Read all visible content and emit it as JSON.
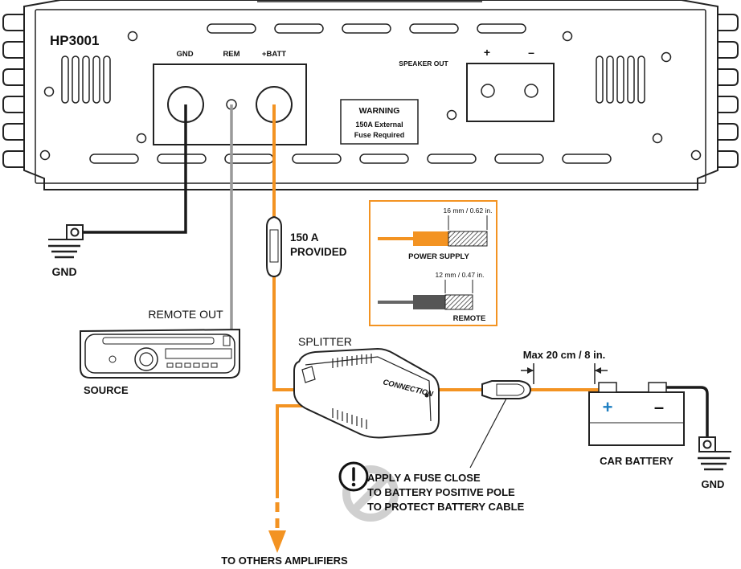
{
  "amplifier": {
    "model": "HP3001",
    "terminals": {
      "gnd": "GND",
      "rem": "REM",
      "batt": "+BATT"
    },
    "speaker_out": "SPEAKER OUT",
    "plus": "+",
    "minus": "–",
    "warning_title": "WARNING",
    "warning_line1": "150A External",
    "warning_line2": "Fuse Required"
  },
  "fuse_label_1": "150 A",
  "fuse_label_2": "PROVIDED",
  "ground_label": "GND",
  "remote_out": "REMOTE OUT",
  "source": "SOURCE",
  "splitter": "SPLITTER",
  "splitter_logo": "CONNECTION",
  "wire_legend": {
    "power_dim": "16 mm / 0.62 in.",
    "power_label": "POWER SUPPLY",
    "remote_dim": "12 mm / 0.47 in.",
    "remote_label": "REMOTE",
    "accent_color": "#f39322"
  },
  "max_length": "Max 20 cm / 8 in.",
  "battery": {
    "label": "CAR BATTERY",
    "plus": "+",
    "minus": "–"
  },
  "battery_ground": "GND",
  "fuse_note": {
    "line1": "APPLY A FUSE CLOSE",
    "line2": "TO BATTERY POSITIVE POLE",
    "line3": "TO PROTECT BATTERY CABLE"
  },
  "others": "TO OTHERS AMPLIFIERS"
}
